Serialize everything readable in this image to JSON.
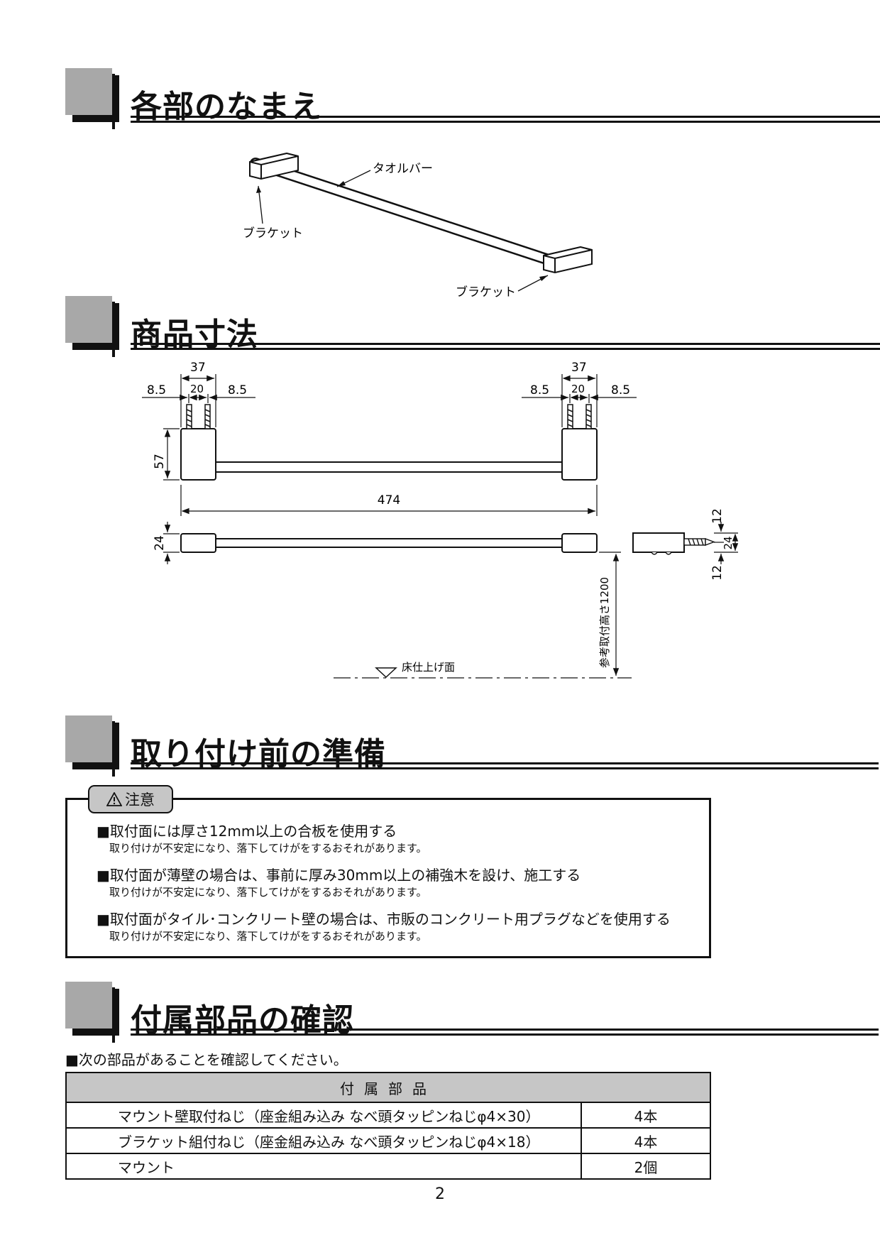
{
  "sections": [
    {
      "title": "各部のなまえ"
    },
    {
      "title": "商品寸法"
    },
    {
      "title": "取り付け前の準備"
    },
    {
      "title": "付属部品の確認"
    }
  ],
  "names_diagram": {
    "towel_bar": "タオルバー",
    "bracket_left": "ブラケット",
    "bracket_right": "ブラケット"
  },
  "dimensions": {
    "left_top": {
      "width": "37",
      "inner": "20",
      "side_left": "8.5",
      "side_right": "8.5"
    },
    "right_top": {
      "width": "37",
      "inner": "20",
      "side_left": "8.5",
      "side_right": "8.5"
    },
    "height": "57",
    "length": "474",
    "depth": "24",
    "side_top": "12",
    "side_depth": "24",
    "side_bottom": "12",
    "install_height": "参考取付高さ1200",
    "floor_label": "床仕上げ面"
  },
  "caution": {
    "label": "注意",
    "items": [
      {
        "title": "■取付面には厚さ12mm以上の合板を使用する",
        "sub": "取り付けが不安定になり、落下してけがをするおそれがあります。"
      },
      {
        "title": "■取付面が薄壁の場合は、事前に厚み30mm以上の補強木を設け、施工する",
        "sub": "取り付けが不安定になり、落下してけがをするおそれがあります。"
      },
      {
        "title": "■取付面がタイル･コンクリート壁の場合は、市販のコンクリート用プラグなどを使用する",
        "sub": "取り付けが不安定になり、落下してけがをするおそれがあります。"
      }
    ]
  },
  "parts_check": {
    "note": "■次の部品があることを確認してください。",
    "header": "付属部品",
    "rows": [
      {
        "name": "マウント壁取付ねじ（座金組み込み なべ頭タッピンねじφ4×30）",
        "qty": "4本"
      },
      {
        "name": "ブラケット組付ねじ（座金組み込み なべ頭タッピンねじφ4×18）",
        "qty": "4本"
      },
      {
        "name": "マウント",
        "qty": "2個"
      }
    ]
  },
  "page_number": "2"
}
